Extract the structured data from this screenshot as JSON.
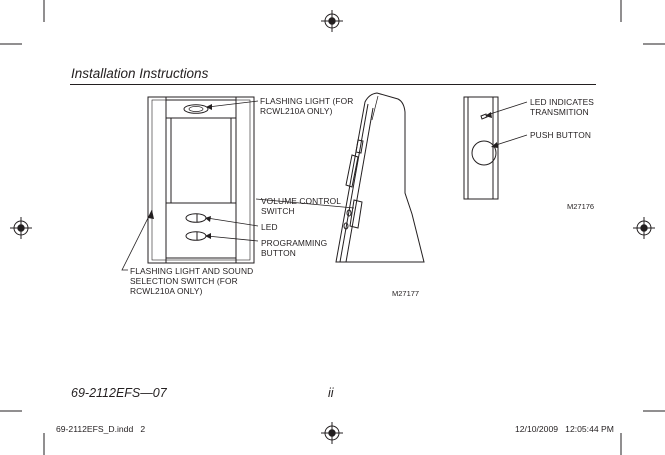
{
  "header": {
    "title": "Installation Instructions"
  },
  "figure_left": {
    "callouts": {
      "flashing_light": [
        "FLASHING LIGHT (FOR",
        "RCWL210A ONLY)"
      ],
      "volume_control": [
        "VOLUME CONTROL",
        "SWITCH"
      ],
      "led": [
        "LED"
      ],
      "programming_button": [
        "PROGRAMMING",
        "BUTTON"
      ],
      "selection_switch": [
        "FLASHING LIGHT AND SOUND",
        "SELECTION SWITCH (FOR",
        "RCWL210A ONLY)"
      ]
    },
    "figure_code": "M27177"
  },
  "figure_right": {
    "callouts": {
      "led_indicates": [
        "LED INDICATES",
        "TRANSMITION"
      ],
      "push_button": [
        "PUSH BUTTON"
      ]
    },
    "figure_code": "M27176"
  },
  "footer": {
    "doc_number": "69-2112EFS—07",
    "page_number": "ii"
  },
  "slug": {
    "file": "69-2112EFS_D.indd   2",
    "timestamp": "12/10/2009   12:05:44 PM"
  }
}
